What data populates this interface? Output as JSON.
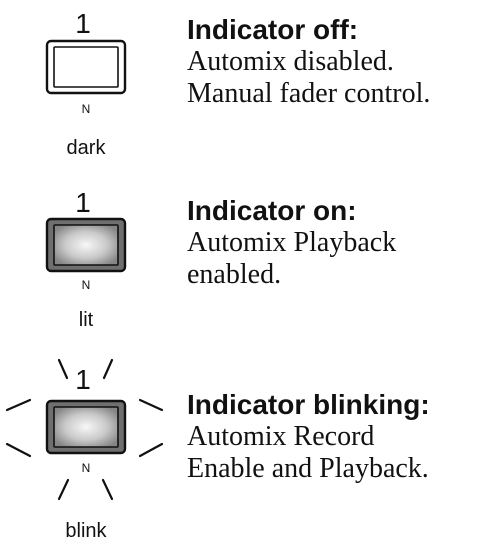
{
  "indicators": [
    {
      "number": "1",
      "sub": "N",
      "state_label": "dark",
      "heading": "Indicator off:",
      "lines": [
        "Automix disabled.",
        "Manual fader control."
      ],
      "lit": false,
      "blinking": false
    },
    {
      "number": "1",
      "sub": "N",
      "state_label": "lit",
      "heading": "Indicator on:",
      "lines": [
        "Automix Playback",
        "enabled."
      ],
      "lit": true,
      "blinking": false
    },
    {
      "number": "1",
      "sub": "N",
      "state_label": "blink",
      "heading": "Indicator blinking:",
      "lines": [
        "Automix Record",
        "Enable and Playback."
      ],
      "lit": true,
      "blinking": true
    }
  ],
  "colors": {
    "lit_center": "#f4f4f4",
    "lit_edge": "#8c8c8c",
    "outline": "#111111"
  }
}
